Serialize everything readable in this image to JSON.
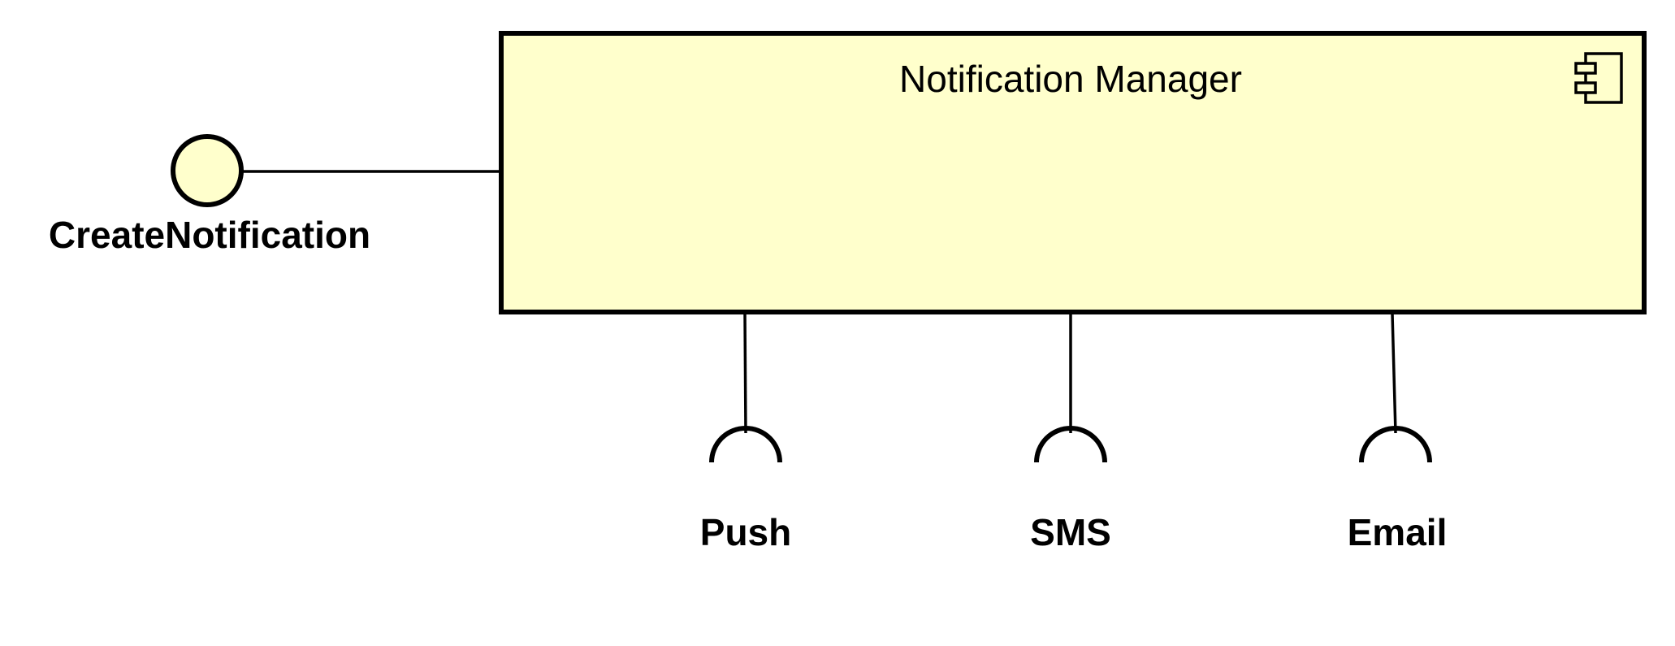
{
  "diagram": {
    "component": {
      "name": "Notification Manager",
      "fill_color": "#FFFFCC",
      "stereotype_icon": "component-icon"
    },
    "provided_interface": {
      "name": "CreateNotification",
      "fill_color": "#FFFFCC",
      "symbol": "lollipop-circle"
    },
    "required_interfaces": [
      {
        "name": "Push",
        "symbol": "socket-arc"
      },
      {
        "name": "SMS",
        "symbol": "socket-arc"
      },
      {
        "name": "Email",
        "symbol": "socket-arc"
      }
    ]
  }
}
